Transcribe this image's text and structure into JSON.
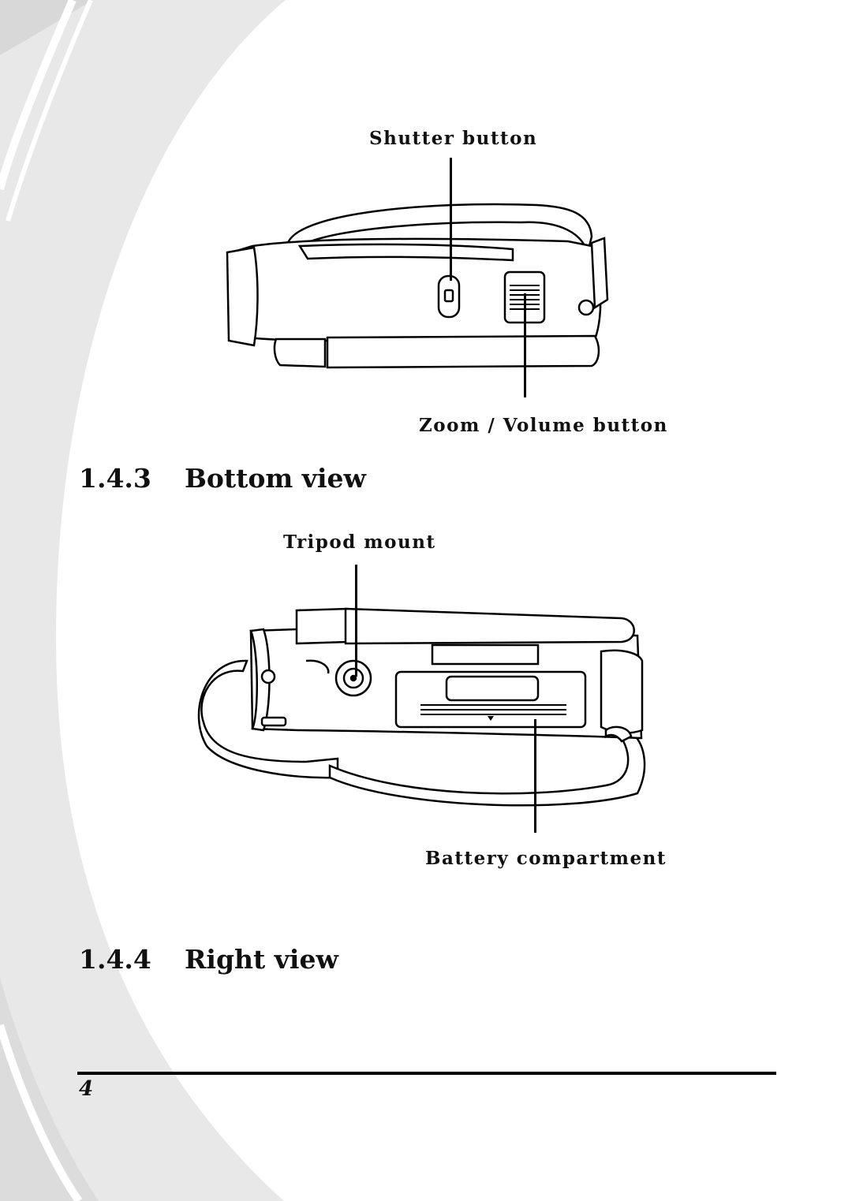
{
  "top_view": {
    "callout_shutter": "Shutter button",
    "callout_zoom": "Zoom / Volume button"
  },
  "bottom_view": {
    "section_number": "1.4.3",
    "section_title": "Bottom view",
    "callout_tripod": "Tripod mount",
    "callout_battery": "Battery compartment"
  },
  "right_view": {
    "section_number": "1.4.4",
    "section_title": "Right view"
  },
  "footer": {
    "page_number": "4"
  }
}
